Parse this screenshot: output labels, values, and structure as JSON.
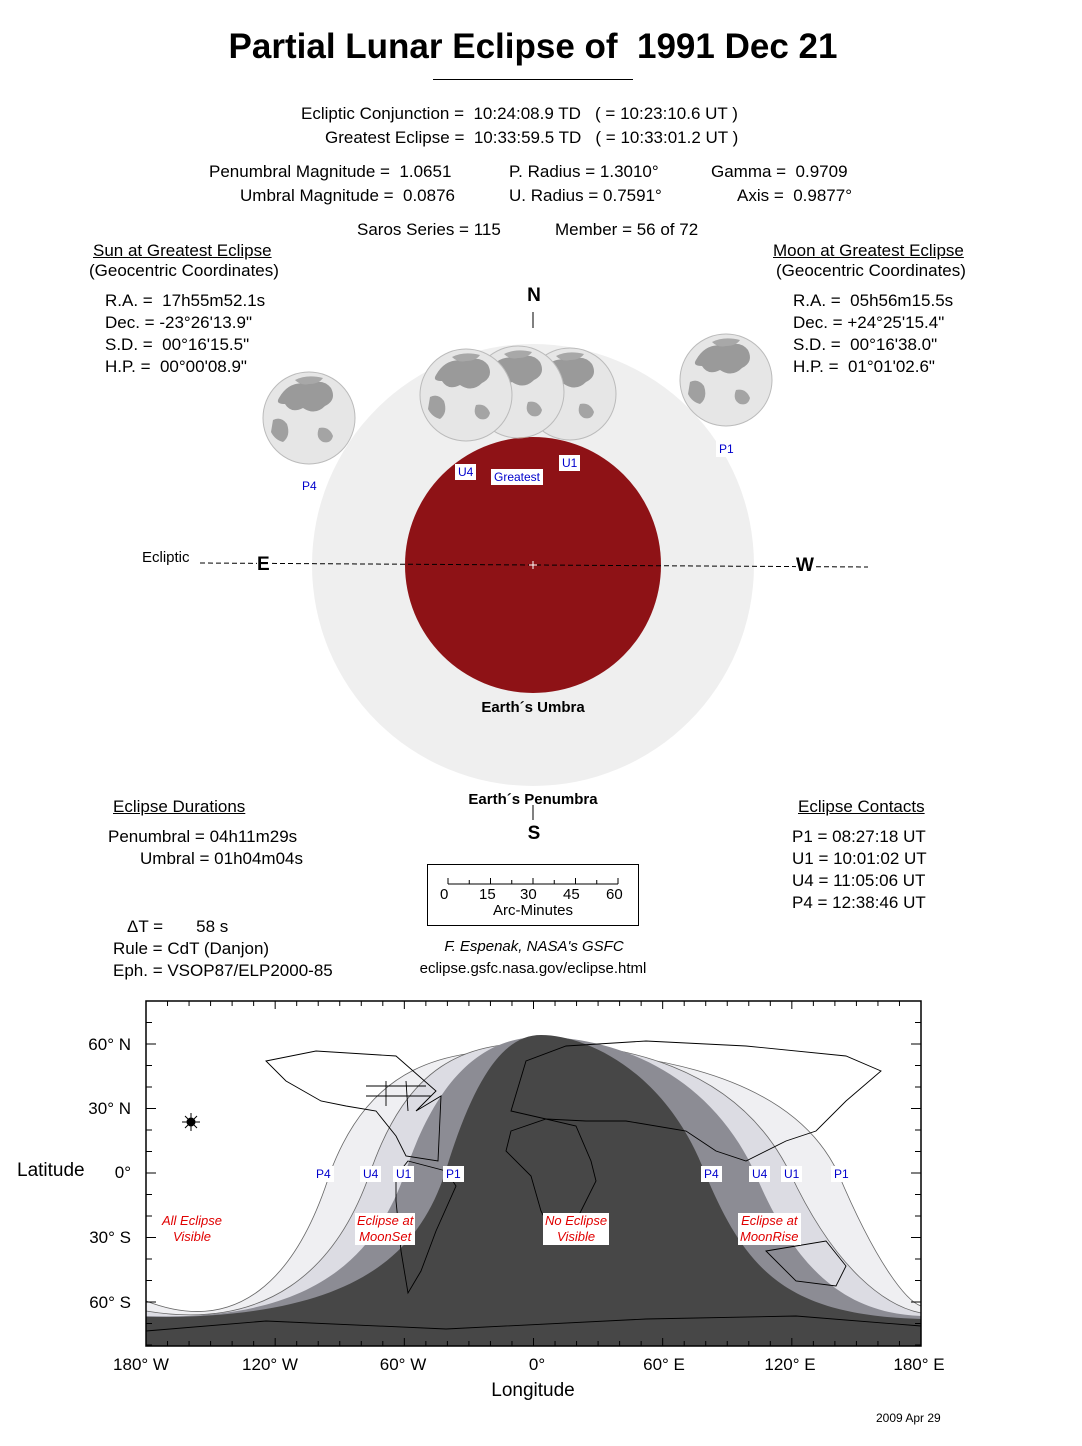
{
  "title": "Partial Lunar Eclipse of  1991 Dec 21",
  "times": {
    "conjunction": "Ecliptic Conjunction =  10:24:08.9 TD   ( = 10:23:10.6 UT )",
    "greatest": "Greatest Eclipse =  10:33:59.5 TD   ( = 10:33:01.2 UT )"
  },
  "params": {
    "pen_mag": "Penumbral Magnitude =  1.0651",
    "umb_mag": "Umbral Magnitude =  0.0876",
    "p_radius": "P. Radius = 1.3010°",
    "u_radius": "U. Radius = 0.7591°",
    "gamma": "Gamma =  0.9709",
    "axis": "Axis =  0.9877°",
    "saros": "Saros Series = 115",
    "member": "Member = 56 of 72"
  },
  "sun": {
    "heading": "Sun at Greatest Eclipse",
    "sub": "(Geocentric Coordinates)",
    "ra": "R.A. =  17h55m52.1s",
    "dec": "Dec. = -23°26'13.9\"",
    "sd": "S.D. =  00°16'15.5\"",
    "hp": "H.P. =  00°00'08.9\""
  },
  "moon": {
    "heading": "Moon at Greatest Eclipse",
    "sub": "(Geocentric Coordinates)",
    "ra": "R.A. =  05h56m15.5s",
    "dec": "Dec. = +24°25'15.4\"",
    "sd": "S.D. =  00°16'38.0\"",
    "hp": "H.P. =  01°01'02.6\""
  },
  "diagram": {
    "north": "N",
    "south": "S",
    "east": "E",
    "west": "W",
    "ecliptic": "Ecliptic",
    "umbra": "Earth´s Umbra",
    "penumbra": "Earth´s Penumbra",
    "labels": {
      "p4": "P4",
      "u4": "U4",
      "greatest": "Greatest",
      "u1": "U1",
      "p1": "P1"
    },
    "colors": {
      "umbra": "#8e1216",
      "penumbra": "#efefef",
      "moon": "#e6e6e6",
      "eclipsed": "#c0430e"
    }
  },
  "durations": {
    "heading": "Eclipse Durations",
    "penumbral": "Penumbral = 04h11m29s",
    "umbral": "Umbral = 01h04m04s"
  },
  "contacts": {
    "heading": "Eclipse Contacts",
    "p1": "P1 = 08:27:18 UT",
    "u1": "U1 = 10:01:02 UT",
    "u4": "U4 = 11:05:06 UT",
    "p4": "P4 = 12:38:46 UT"
  },
  "scale": {
    "ticks": [
      "0",
      "15",
      "30",
      "45",
      "60"
    ],
    "unit": "Arc-Minutes"
  },
  "misc": {
    "delta_t": "ΔT =       58 s",
    "rule": "Rule = CdT (Danjon)",
    "eph": "Eph. = VSOP87/ELP2000-85",
    "credit": "F. Espenak, NASA's GSFC",
    "url": "eclipse.gsfc.nasa.gov/eclipse.html",
    "date": "2009 Apr 29"
  },
  "map": {
    "lat_title": "Latitude",
    "lon_title": "Longitude",
    "lat_ticks": [
      "60° N",
      "30° N",
      "0°",
      "30° S",
      "60° S"
    ],
    "lon_ticks": [
      "180° W",
      "120° W",
      "60° W",
      "0°",
      "60° E",
      "120° E",
      "180° E"
    ],
    "contact_labels_west": [
      "P4",
      "U4",
      "U1",
      "P1"
    ],
    "contact_labels_east": [
      "P4",
      "U4",
      "U1",
      "P1"
    ],
    "zones": {
      "all": [
        "All Eclipse",
        "Visible"
      ],
      "set": [
        "Eclipse at",
        "MoonSet"
      ],
      "none": [
        "No Eclipse",
        "Visible"
      ],
      "rise": [
        "Eclipse at",
        "MoonRise"
      ]
    },
    "colors": {
      "p_zone": "#efeff2",
      "u_zone": "#dcdce3",
      "partial": "#8c8c94",
      "none": "#474747",
      "zone_text": "#e00000"
    }
  }
}
